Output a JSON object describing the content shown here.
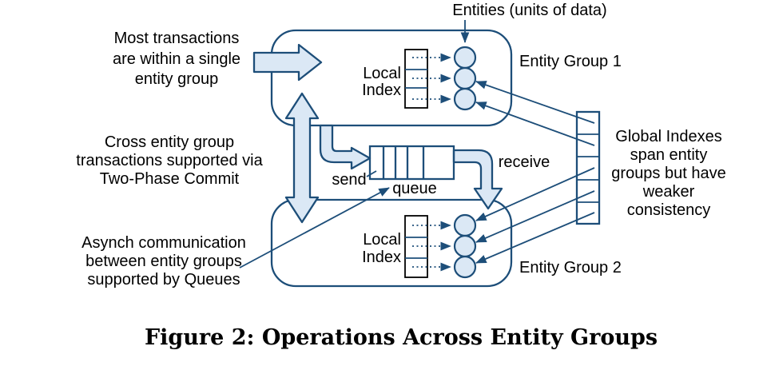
{
  "figure": {
    "caption": "Figure 2: Operations Across Entity Groups"
  },
  "annotations": {
    "entities_label": "Entities (units of data)",
    "most_transactions": [
      "Most transactions",
      "are within a single",
      "entity group"
    ],
    "cross_entity": [
      "Cross entity group",
      "transactions supported via",
      "Two-Phase Commit"
    ],
    "asynch": [
      "Asynch communication",
      "between entity groups",
      "supported by Queues"
    ],
    "global_indexes": [
      "Global Indexes",
      "span entity",
      "groups but have",
      "weaker",
      "consistency"
    ]
  },
  "entity_group_1": {
    "label": "Entity Group 1",
    "local_index": [
      "Local",
      "Index"
    ]
  },
  "entity_group_2": {
    "label": "Entity Group 2",
    "local_index": [
      "Local",
      "Index"
    ]
  },
  "queue": {
    "send_label": "send",
    "queue_label": "queue",
    "receive_label": "receive"
  },
  "colors": {
    "outline_blue": "#1d4e79",
    "fill_light_blue": "#dbe8f5",
    "table_border_black": "#000000",
    "text_black": "#000000"
  }
}
